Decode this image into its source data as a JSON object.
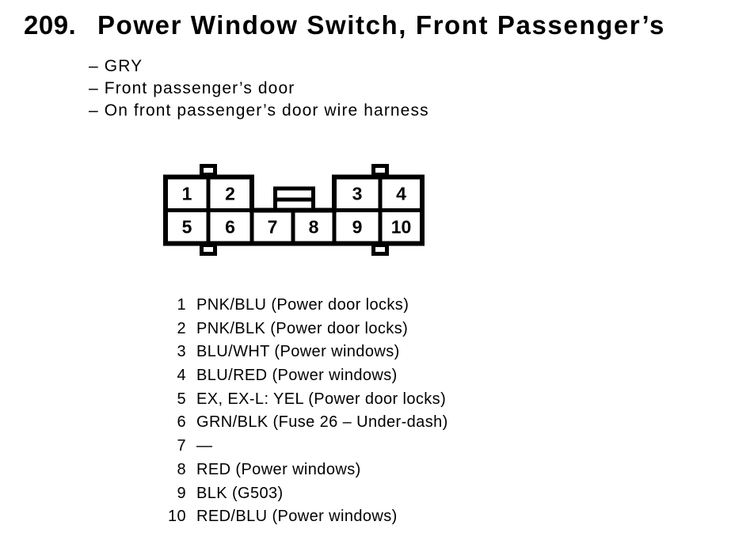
{
  "figure": {
    "number": "209.",
    "title": "Power Window Switch, Front Passenger’s"
  },
  "notes": {
    "bullet": "–",
    "items": [
      "GRY",
      "Front passenger’s door",
      "On front passenger’s door wire harness"
    ]
  },
  "connector": {
    "cavities": [
      "1",
      "2",
      "3",
      "4",
      "5",
      "6",
      "7",
      "8",
      "9",
      "10"
    ]
  },
  "pin_table": {
    "rows": [
      {
        "pin": "1",
        "desc": "PNK/BLU (Power door locks)"
      },
      {
        "pin": "2",
        "desc": "PNK/BLK (Power door locks)"
      },
      {
        "pin": "3",
        "desc": "BLU/WHT (Power windows)"
      },
      {
        "pin": "4",
        "desc": "BLU/RED (Power windows)"
      },
      {
        "pin": "5",
        "desc": "EX, EX-L: YEL (Power door locks)"
      },
      {
        "pin": "6",
        "desc": "GRN/BLK (Fuse 26 – Under-dash)"
      },
      {
        "pin": "7",
        "desc": "—"
      },
      {
        "pin": "8",
        "desc": "RED (Power windows)"
      },
      {
        "pin": "9",
        "desc": "BLK (G503)"
      },
      {
        "pin": "10",
        "desc": "RED/BLU (Power windows)"
      }
    ]
  },
  "colors": {
    "paper": "#ffffff",
    "ink": "#000000"
  }
}
